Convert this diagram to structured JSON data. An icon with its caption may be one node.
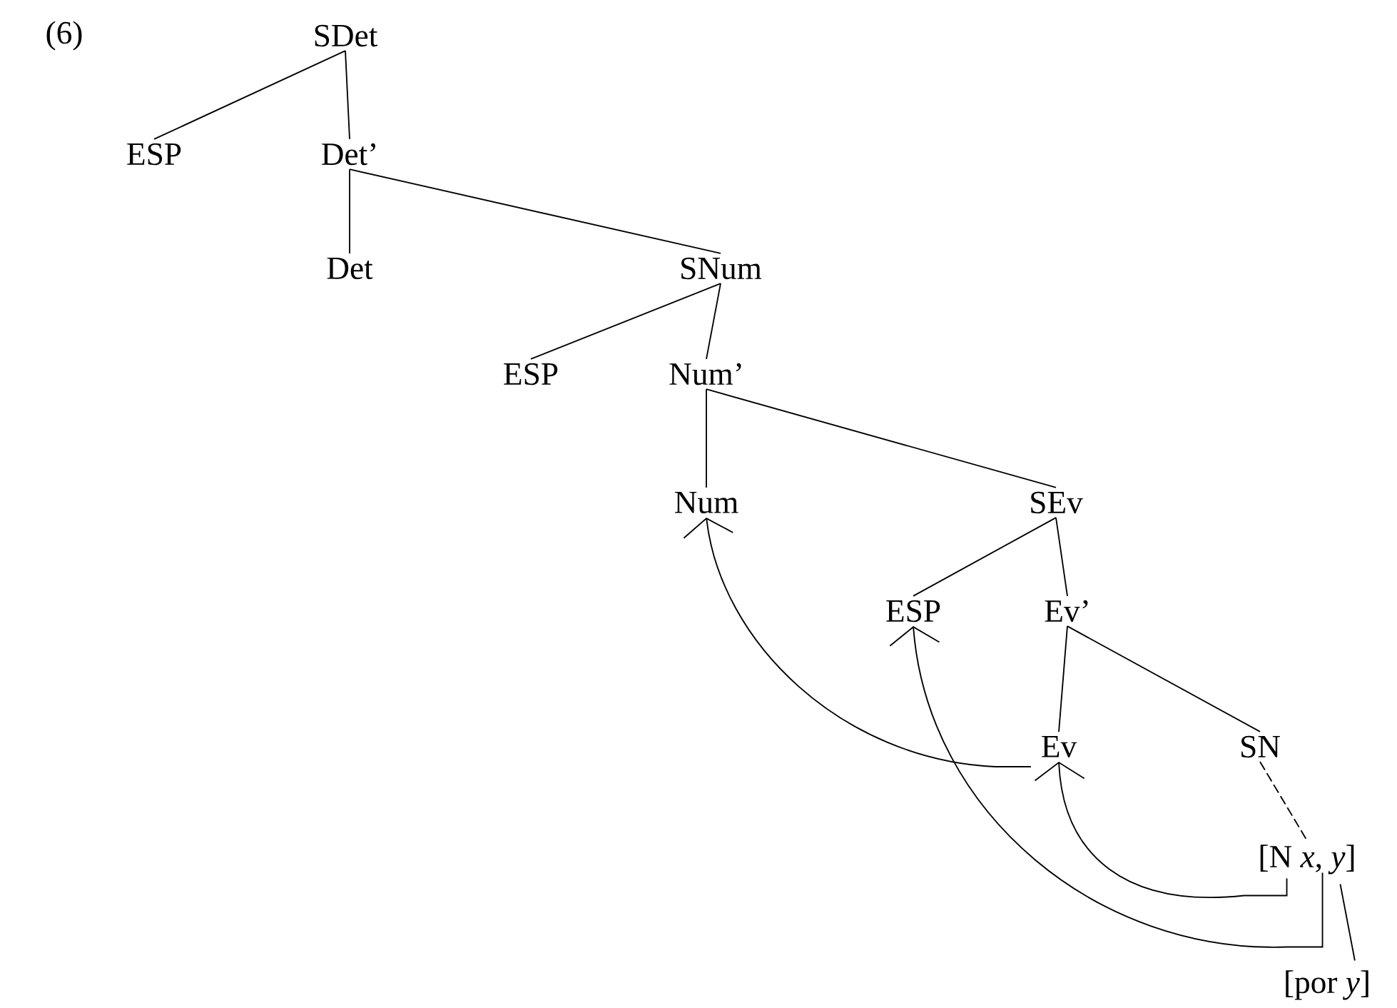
{
  "diagram": {
    "nodes": [
      {
        "text": [
          "SDet"
        ]
      },
      {
        "text": [
          "ESP"
        ]
      },
      {
        "text": [
          "Det’"
        ]
      },
      {
        "text": [
          "Det"
        ]
      },
      {
        "text": [
          "SNum"
        ]
      },
      {
        "text": [
          "ESP"
        ]
      },
      {
        "text": [
          "Num’"
        ]
      },
      {
        "text": [
          "Num"
        ]
      },
      {
        "text": [
          "SEv"
        ]
      },
      {
        "text": [
          "ESP"
        ]
      },
      {
        "text": [
          "Ev’"
        ]
      },
      {
        "text": [
          "Ev"
        ]
      },
      {
        "text": [
          "SN"
        ]
      },
      {
        "text": [
          "[N *x*, *y*]"
        ]
      },
      {
        "text": [
          "[por *y*]"
        ]
      }
    ],
    "edges": [
      {
        "from": 0,
        "to": 1,
        "arrow": "none"
      },
      {
        "from": 0,
        "to": 2,
        "arrow": "none"
      },
      {
        "from": 2,
        "to": 3,
        "arrow": "none"
      },
      {
        "from": 2,
        "to": 4,
        "arrow": "none"
      },
      {
        "from": 4,
        "to": 5,
        "arrow": "none"
      },
      {
        "from": 4,
        "to": 6,
        "arrow": "none"
      },
      {
        "from": 6,
        "to": 7,
        "arrow": "none"
      },
      {
        "from": 6,
        "to": 8,
        "arrow": "none"
      },
      {
        "from": 8,
        "to": 9,
        "arrow": "none"
      },
      {
        "from": 8,
        "to": 10,
        "arrow": "none"
      },
      {
        "from": 10,
        "to": 11,
        "arrow": "none"
      },
      {
        "from": 10,
        "to": 12,
        "arrow": "none"
      },
      {
        "from": 12,
        "to": 13,
        "arrow": "none",
        "style": "dashed"
      },
      {
        "from": 13,
        "to": 14,
        "arrow": "none"
      },
      {
        "from": 11,
        "to": 7,
        "arrow": "to"
      },
      {
        "from": 13,
        "to": 11,
        "arrow": "to"
      },
      {
        "from": 13,
        "to": 9,
        "arrow": "to"
      }
    ],
    "labels": [
      "(6)"
    ]
  }
}
